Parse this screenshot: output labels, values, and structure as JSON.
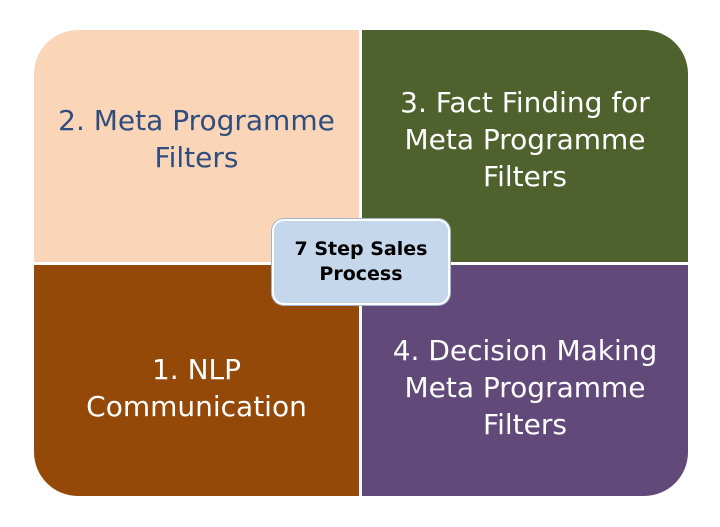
{
  "colors": {
    "top_left_fill": "#fad5b8",
    "top_left_text": "#2f4d7d",
    "top_right_fill": "#4f612d",
    "top_right_text": "#ffffff",
    "bottom_left_fill": "#954909",
    "bottom_left_text": "#ffffff",
    "bottom_right_fill": "#61497a",
    "bottom_right_text": "#ffffff",
    "center_fill": "#c5d7ea",
    "center_text": "#000000"
  },
  "quadrants": {
    "top_left": "2.  Meta Programme\nFilters",
    "top_right": "3. Fact Finding for\nMeta Programme\nFilters",
    "bottom_left": "1. NLP\nCommunication",
    "bottom_right": "4. Decision Making\nMeta Programme\nFilters"
  },
  "center": {
    "label": "7 Step Sales\nProcess"
  }
}
